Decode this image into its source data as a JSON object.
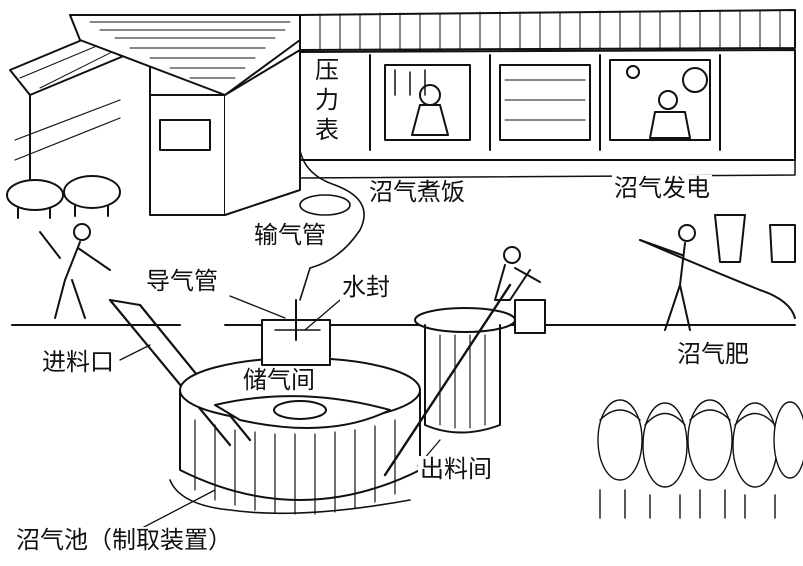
{
  "labels": {
    "pressure_gauge": "压力表",
    "gas_cooking": "沼气煮饭",
    "gas_power": "沼气发电",
    "gas_pipe": "输气管",
    "guide_pipe": "导气管",
    "water_seal": "水封",
    "inlet": "进料口",
    "storage": "储气间",
    "fertilizer": "沼气肥",
    "outlet": "出料间",
    "digester": "沼气池（制取装置）"
  }
}
